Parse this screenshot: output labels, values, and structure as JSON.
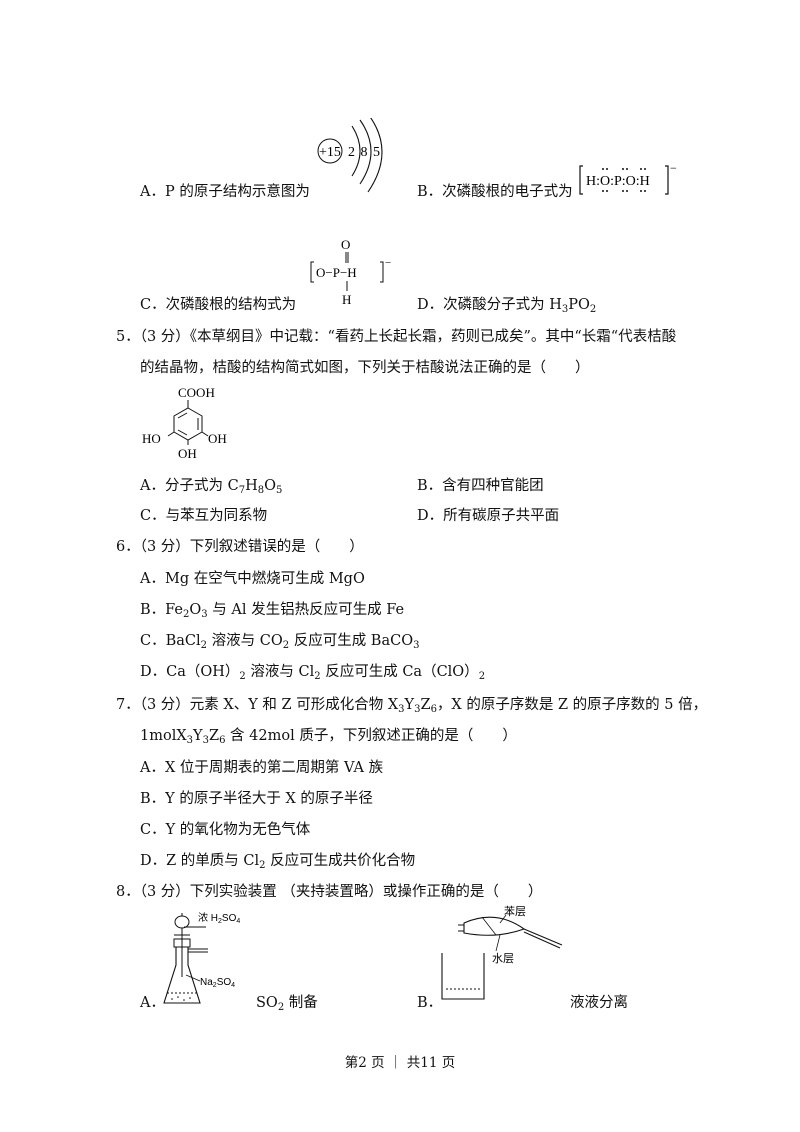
{
  "q4": {
    "optA": "A．P 的原子结构示意图为",
    "optB": "B．次磷酸根的电子式为",
    "optC": "C．次磷酸根的结构式为",
    "optD_pre": "D．次磷酸分子式为 H",
    "optD_3": "3",
    "optD_mid": "PO",
    "optD_2": "2",
    "atom_nucleus": "+15",
    "atom_shells": "2 8 5",
    "lewis_text": "H:O:P:O:H",
    "lewis_charge": "−",
    "struct_O_top": "O",
    "struct_line": "O−P−H",
    "struct_H_bot": "H",
    "struct_charge": "−"
  },
  "q5": {
    "line1": "5．（3 分）《本草纲目》中记载：“看药上长起长霜，药则已成矣”。其中“长霜“代表桔酸",
    "line2": "的结晶物，桔酸的结构简式如图，下列关于桔酸说法正确的是（　　）",
    "mol_cooh": "COOH",
    "mol_ho": "HO",
    "mol_oh_right": "OH",
    "mol_oh_bottom": "OH",
    "optA_pre": "A．分子式为 C",
    "optA_7": "7",
    "optA_H": "H",
    "optA_8": "8",
    "optA_O": "O",
    "optA_5": "5",
    "optB": "B．含有四种官能团",
    "optC": "C．与苯互为同系物",
    "optD": "D．所有碳原子共平面"
  },
  "q6": {
    "stem": "6．（3 分）下列叙述错误的是（　　）",
    "optA": "A．Mg 在空气中燃烧可生成 MgO",
    "optB_pre": "B．Fe",
    "optB_2": "2",
    "optB_O": "O",
    "optB_3": "3",
    "optB_rest": " 与 Al 发生铝热反应可生成 Fe",
    "optC_pre": "C．BaCl",
    "optC_2": "2",
    "optC_mid": " 溶液与 CO",
    "optC_2b": "2",
    "optC_mid2": " 反应可生成 BaCO",
    "optC_3": "3",
    "optD_pre": "D．Ca（OH）",
    "optD_2": "2",
    "optD_mid": " 溶液与 Cl",
    "optD_2b": "2",
    "optD_mid2": " 反应可生成 Ca（ClO）",
    "optD_2c": "2"
  },
  "q7": {
    "line1_pre": "7．（3 分）元素 X、Y 和 Z 可形成化合物 X",
    "line1_3a": "3",
    "line1_Y": "Y",
    "line1_3b": "3",
    "line1_Z": "Z",
    "line1_6": "6",
    "line1_rest": "，X 的原子序数是 Z 的原子序数的 5 倍，",
    "line2_pre": "1molX",
    "line2_3a": "3",
    "line2_Y": "Y",
    "line2_3b": "3",
    "line2_Z": "Z",
    "line2_6": "6",
    "line2_rest": " 含 42mol 质子，下列叙述正确的是（　　）",
    "optA": "A．X 位于周期表的第二周期第 VA 族",
    "optB": "B．Y 的原子半径大于 X 的原子半径",
    "optC": "C．Y 的氧化物为无色气体",
    "optD_pre": "D．Z 的单质与 Cl",
    "optD_2": "2",
    "optD_rest": " 反应可生成共价化合物"
  },
  "q8": {
    "stem": "8．（3 分）下列实验装置 （夹持装置略）或操作正确的是（　　）",
    "optA": "A．",
    "figA_label1_pre": "浓 H",
    "figA_label1_2": "2",
    "figA_label1_SO": "SO",
    "figA_label1_4": "4",
    "figA_label2_pre": "Na",
    "figA_label2_2": "2",
    "figA_label2_SO": "SO",
    "figA_label2_4": "4",
    "captionA_pre": "SO",
    "captionA_2": "2",
    "captionA_rest": " 制备",
    "optB": "B．",
    "figB_label1": "苯层",
    "figB_label2": "水层",
    "captionB": "液液分离"
  },
  "footer": "第2 页 ｜ 共11 页"
}
